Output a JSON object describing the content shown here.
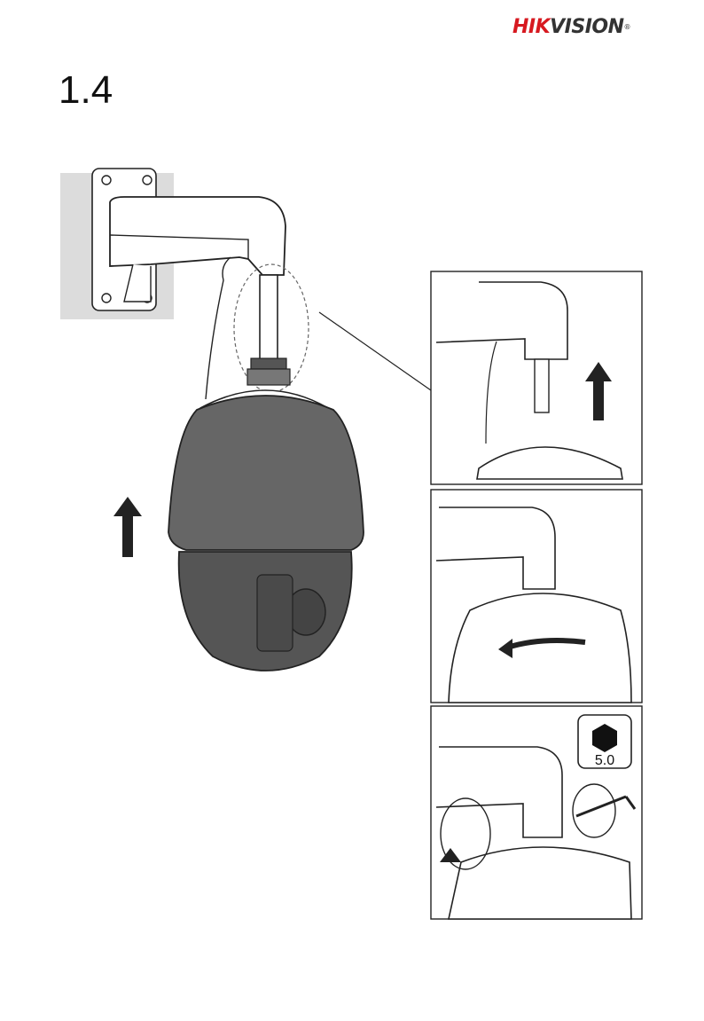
{
  "header": {
    "logo_text_red": "HIK",
    "logo_text_dark": "VISION",
    "logo_reg": "®",
    "brand_red": "#d71920"
  },
  "section": {
    "number": "1.4"
  },
  "figure": {
    "camera_color": "#666666",
    "tool_label": "5.0",
    "icons": [
      "up-arrow-icon",
      "rotate-arrow-icon",
      "hex-key-icon"
    ]
  }
}
